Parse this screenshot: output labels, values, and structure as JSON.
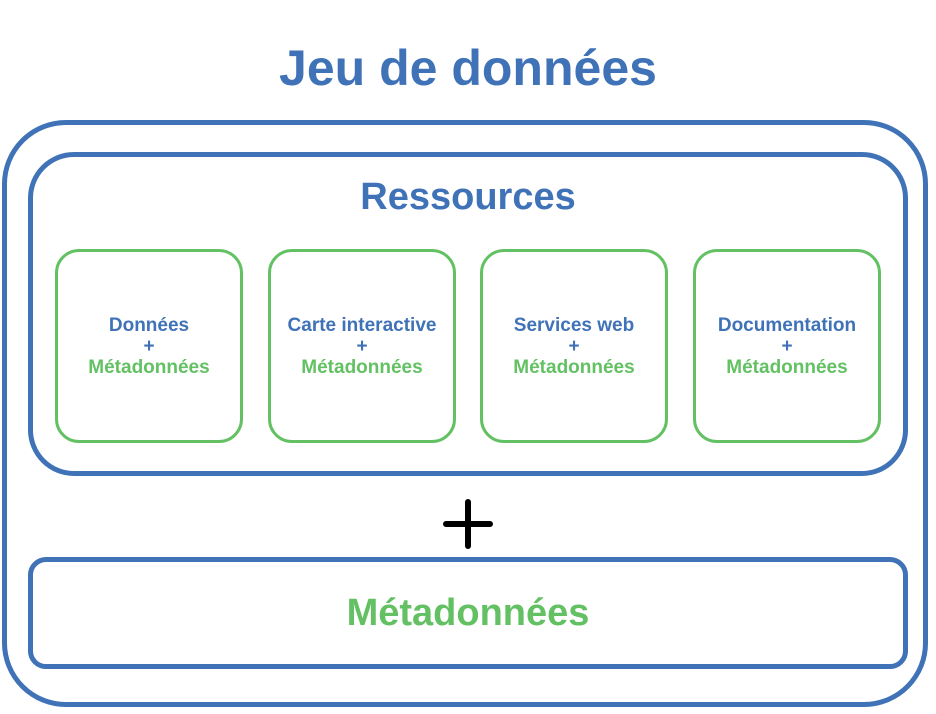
{
  "title": "Jeu de données",
  "ressources": {
    "title": "Ressources",
    "items": [
      {
        "name": "Données",
        "plus": "+",
        "meta": "Métadonnées"
      },
      {
        "name": "Carte interactive",
        "plus": "+",
        "meta": "Métadonnées"
      },
      {
        "name": "Services web",
        "plus": "+",
        "meta": "Métadonnées"
      },
      {
        "name": "Documentation",
        "plus": "+",
        "meta": "Métadonnées"
      }
    ]
  },
  "connector": {
    "icon": "plus-icon"
  },
  "metadata": {
    "label": "Métadonnées"
  },
  "colors": {
    "blue": "#3f72b6",
    "green": "#63c163",
    "black": "#000000"
  }
}
